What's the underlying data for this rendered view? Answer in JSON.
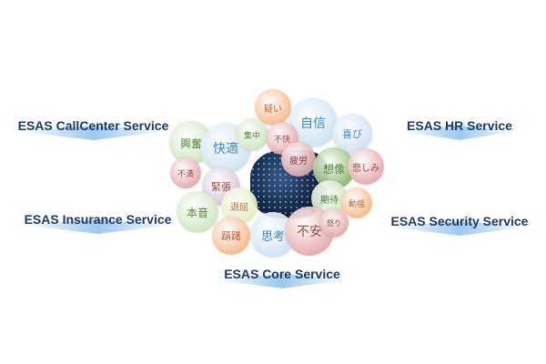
{
  "services": {
    "callcenter": "ESAS CallCenter Service",
    "hr": "ESAS HR Service",
    "insurance": "ESAS Insurance Service",
    "security": "ESAS Security Service",
    "core": "ESAS Core Service"
  },
  "emotions": [
    {
      "label": "疑い",
      "color": "orange"
    },
    {
      "label": "自信",
      "color": "blue"
    },
    {
      "label": "喜び",
      "color": "blue"
    },
    {
      "label": "興奮",
      "color": "green"
    },
    {
      "label": "快適",
      "color": "blue"
    },
    {
      "label": "集中",
      "color": "green"
    },
    {
      "label": "不快",
      "color": "red"
    },
    {
      "label": "疲労",
      "color": "red"
    },
    {
      "label": "想像",
      "color": "darkgreen"
    },
    {
      "label": "悲しみ",
      "color": "red"
    },
    {
      "label": "不満",
      "color": "red"
    },
    {
      "label": "緊張",
      "color": "purple"
    },
    {
      "label": "期待",
      "color": "green"
    },
    {
      "label": "動揺",
      "color": "orange"
    },
    {
      "label": "本音",
      "color": "green"
    },
    {
      "label": "退屈",
      "color": "lime"
    },
    {
      "label": "躊躇",
      "color": "orange"
    },
    {
      "label": "思考",
      "color": "blue"
    },
    {
      "label": "不安",
      "color": "red"
    },
    {
      "label": "怒り",
      "color": "red"
    }
  ],
  "palette": {
    "orange": "#f6b98a",
    "blue": "#cfe2f3",
    "green": "#cfe5c0",
    "darkgreen": "#8fb86a",
    "red": "#e5a9ad",
    "purple": "#d8c4d6",
    "lime": "#e4efc2",
    "text_blue": "#2e7fc6",
    "text_green": "#4a7a2a",
    "text_red": "#8a3a3a",
    "text_orange": "#b0602a"
  }
}
